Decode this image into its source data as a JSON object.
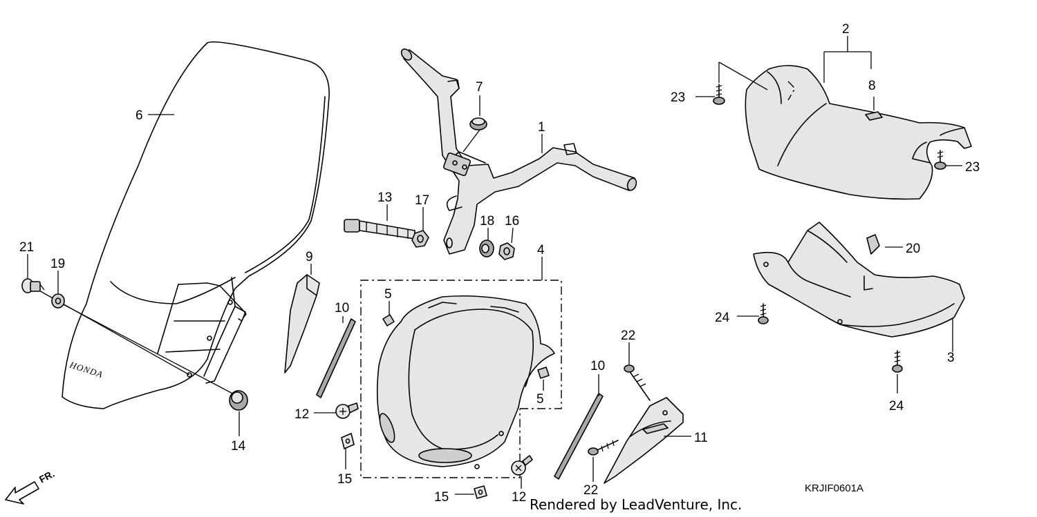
{
  "callouts": {
    "c1": "1",
    "c2": "2",
    "c3": "3",
    "c4": "4",
    "c5a": "5",
    "c5b": "5",
    "c6": "6",
    "c7": "7",
    "c8": "8",
    "c9": "9",
    "c10a": "10",
    "c10b": "10",
    "c11": "11",
    "c12a": "12",
    "c12b": "12",
    "c13": "13",
    "c14": "14",
    "c15a": "15",
    "c15b": "15",
    "c16": "16",
    "c17": "17",
    "c18": "18",
    "c19": "19",
    "c20": "20",
    "c21": "21",
    "c22a": "22",
    "c22b": "22",
    "c23a": "23",
    "c23b": "23",
    "c24a": "24",
    "c24b": "24"
  },
  "windscreen_brand": "HONDA",
  "direction_label": "FR.",
  "diagram_code": "KRJIF0601A",
  "credit": "Rendered by LeadVenture, Inc."
}
